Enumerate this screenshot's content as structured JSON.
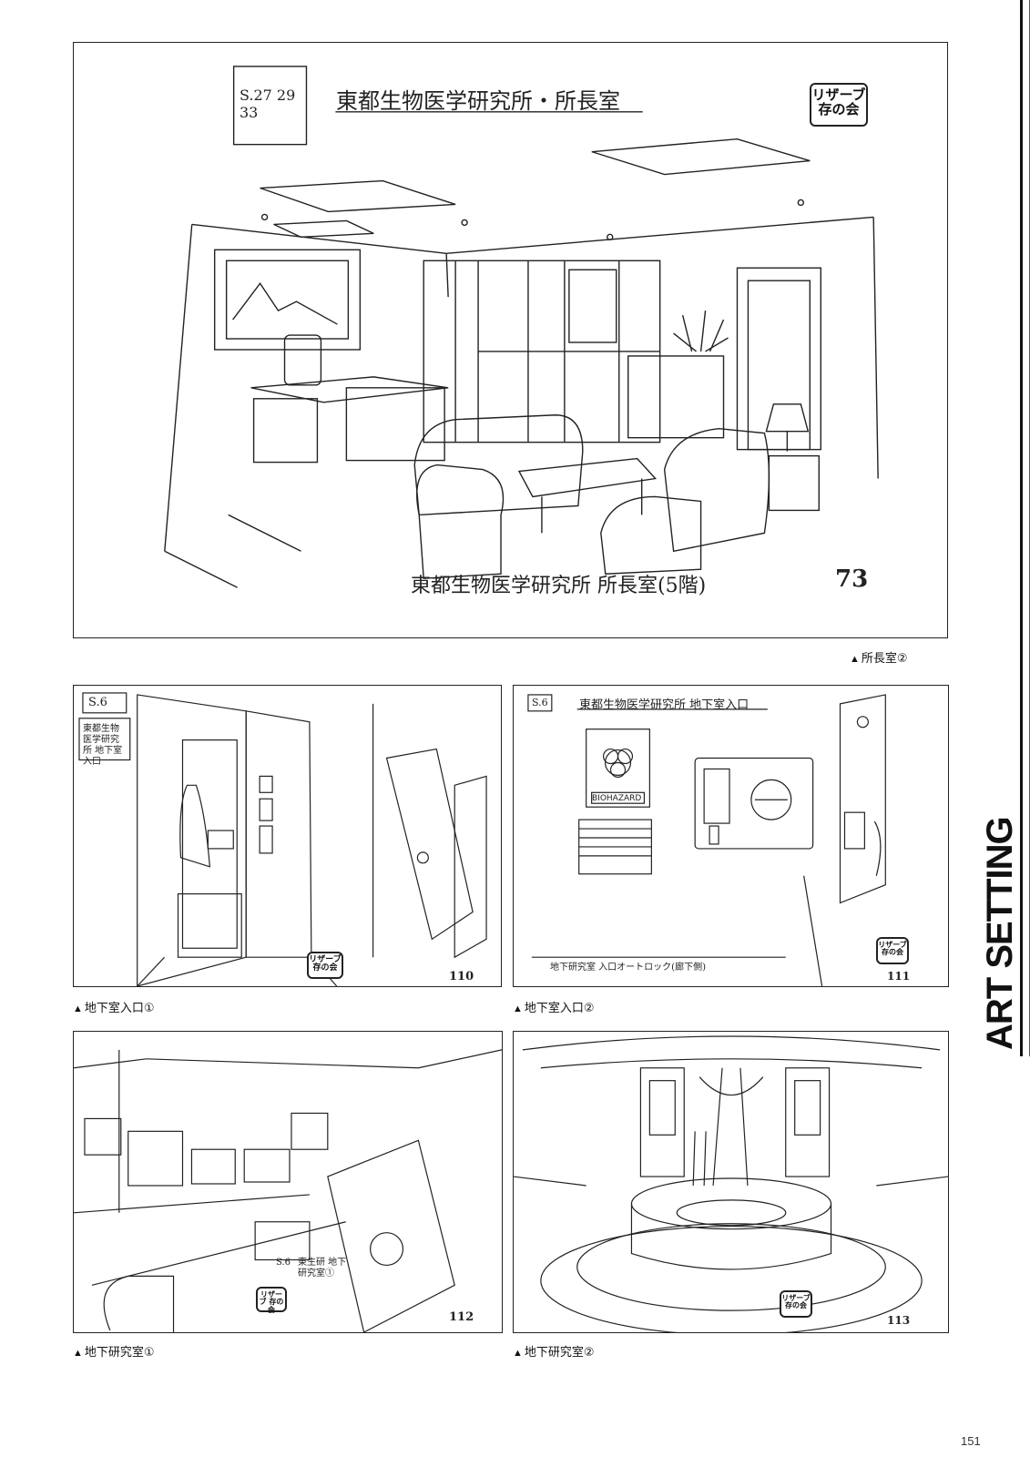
{
  "page": {
    "number": "151",
    "section_title": "ART SETTING"
  },
  "panels": [
    {
      "id": "p1",
      "caption": "所長室②",
      "header_scene": "S.27 29 33",
      "header_title": "東都生物医学研究所・所長室",
      "bottom_title": "東都生物医学研究所 所長室(5階)",
      "cut_number": "73",
      "stamp": "リザーブ 存の会"
    },
    {
      "id": "p2",
      "caption": "地下室入口①",
      "header_scene": "S.6",
      "header_title": "東都生物医学研究所 地下室入口",
      "cut_number": "110",
      "stamp": "リザーブ 存の会"
    },
    {
      "id": "p3",
      "caption": "地下室入口②",
      "header_scene": "S.6",
      "header_title": "東都生物医学研究所 地下室入口",
      "sign_text": "BIOHAZARD",
      "bottom_title": "地下研究室 入口オートロック(廊下側)",
      "cut_number": "111",
      "stamp": "リザーブ 存の会"
    },
    {
      "id": "p4",
      "caption": "地下研究室①",
      "header_scene": "S.6",
      "header_title": "東生研 地下研究室①",
      "cut_number": "112",
      "stamp": "リザーブ 存の会"
    },
    {
      "id": "p5",
      "caption": "地下研究室②",
      "cut_number": "113",
      "stamp": "リザーブ 存の会"
    }
  ]
}
